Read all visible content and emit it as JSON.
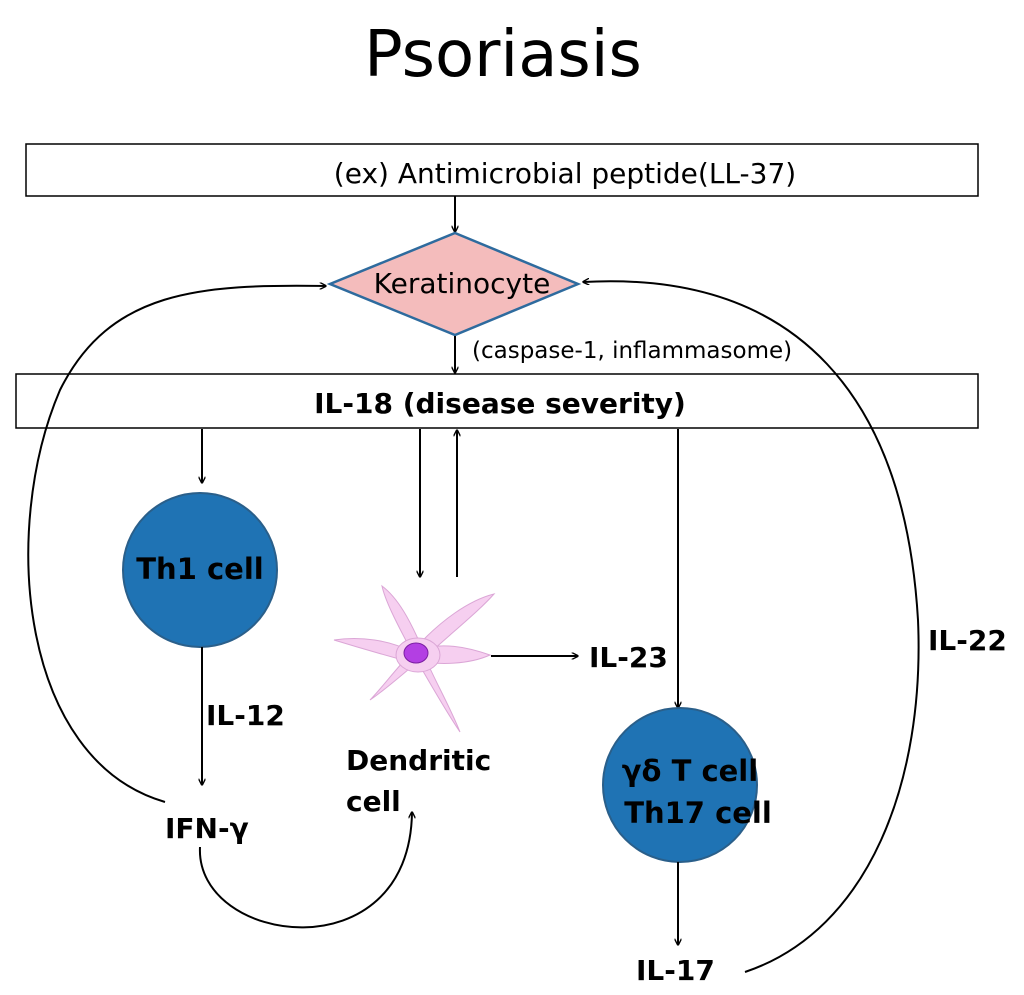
{
  "title": "Psoriasis",
  "top_box_label": "(ex) Antimicrobial peptide(LL-37)",
  "keratinocyte_label": "Keratinocyte",
  "caspase_note": "(caspase-1, inflammasome)",
  "il18_box_label": "IL-18 (disease severity)",
  "th1_cell_label": "Th1 cell",
  "il12_label": "IL-12",
  "ifn_label": "IFN-γ",
  "dendritic_label_line1": "Dendritic",
  "dendritic_label_line2": "cell",
  "il23_label": "IL-23",
  "gd_t_cell_label": "γδ T cell",
  "th17_cell_label": "Th17 cell",
  "il17_label": "IL-17",
  "il22_label": "IL-22",
  "colors": {
    "cell_fill": "#1f73b4",
    "cell_stroke": "#2a5f8a",
    "keratinocyte_fill": "#f4bcbc",
    "keratinocyte_stroke": "#2e6b9e",
    "dendrite_fill": "#f6cff0",
    "dendrite_stroke": "#dba6d6",
    "nucleus_fill": "#b33fe3",
    "nucleus_stroke": "#7b1fa2"
  }
}
